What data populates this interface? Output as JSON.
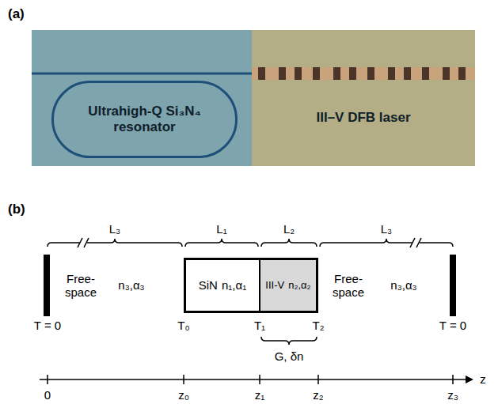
{
  "diagram": {
    "nodes": [
      {
        "text": [
          "Ultrahigh-Q Si₃N₄ resonator"
        ]
      },
      {
        "text": [
          "III–V DFB laser"
        ]
      },
      {
        "text": [
          "SiN",
          "n₁,α₁"
        ]
      },
      {
        "text": [
          "III-V",
          "n₂,α₂"
        ]
      }
    ],
    "labels": [
      "(a)",
      "(b)",
      "L₃",
      "L₁",
      "L₂",
      "L₃",
      "Free-space",
      "n₃,α₃",
      "Free-space",
      "n₃,α₃",
      "T = 0",
      "T₀",
      "T₁",
      "T₂",
      "T = 0",
      "G, δn",
      "0",
      "z₀",
      "z₁",
      "z₂",
      "z₃",
      "z"
    ]
  }
}
